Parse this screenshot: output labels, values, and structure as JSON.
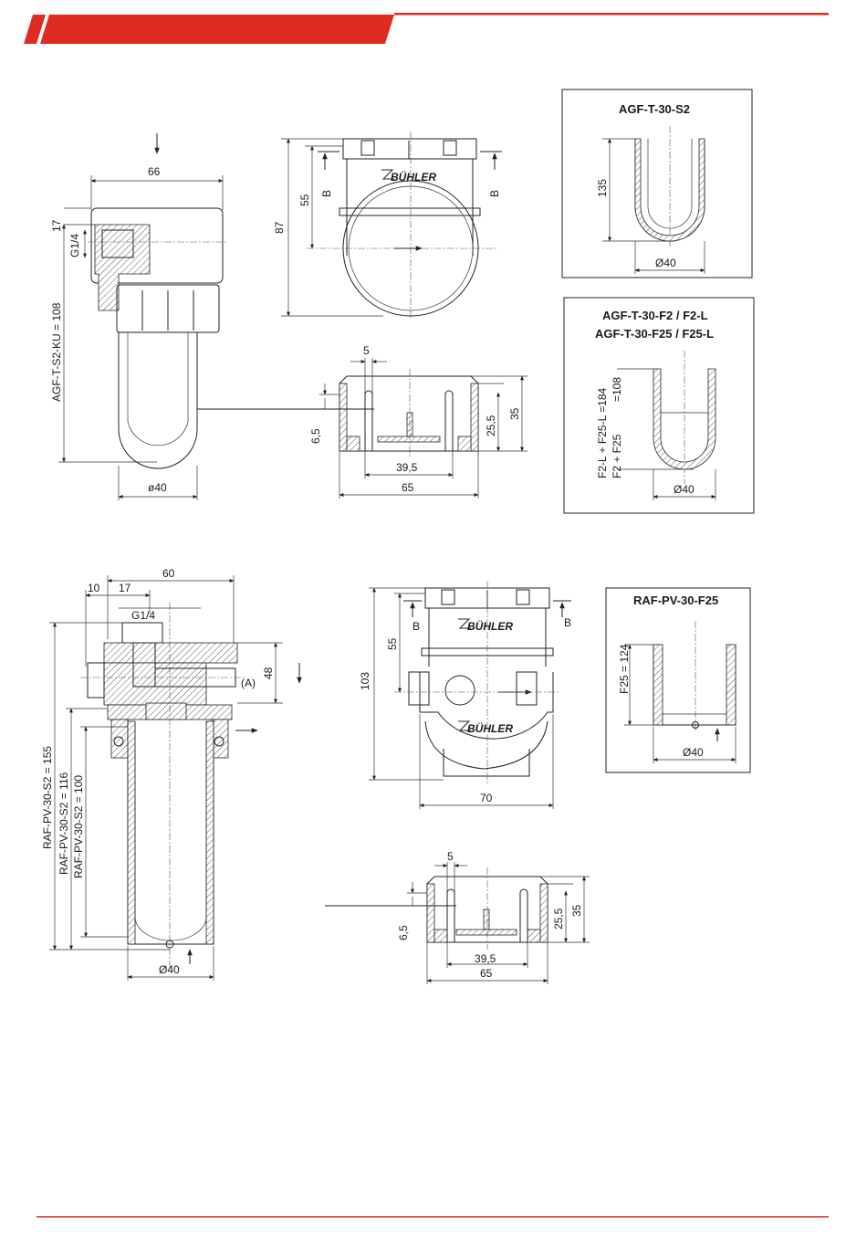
{
  "brand": {
    "accent_color": "#e02b20",
    "logo_text": "BÜHLER"
  },
  "boxes": {
    "agf_s2": {
      "title": "AGF-T-30-S2",
      "height_label": "135",
      "diameter_label": "Ø40"
    },
    "agf_f2": {
      "title_line1": "AGF-T-30-F2 / F2-L",
      "title_line2": "AGF-T-30-F25 / F25-L",
      "label_a": "F2-L + F25-L =184",
      "label_b": "F2 + F25",
      "label_b_value": "=108",
      "diameter_label": "Ø40"
    },
    "raf_f25": {
      "title": "RAF-PV-30-F25",
      "height_label": "F25  = 124",
      "diameter_label": "Ø40"
    }
  },
  "agf_side": {
    "width_label": "66",
    "top_label": "17",
    "thread_label": "G1/4",
    "height_label": "AGF-T-S2-KU  = 108",
    "diameter_label": "ø40"
  },
  "agf_front": {
    "height_total": "87",
    "height_inner": "55",
    "section_left": "B",
    "section_right": "B"
  },
  "agf_section": {
    "slot_label": "5",
    "height_label": "6,5",
    "inner_height": "25,5",
    "outer_height": "35",
    "inner_width": "39,5",
    "outer_width": "65"
  },
  "raf_side": {
    "top_width": "60",
    "left_offset": "10",
    "inner_offset": "17",
    "thread_label": "G1/4",
    "port_label": "(A)",
    "port_height": "48",
    "length_s2_155": "RAF-PV-30-S2  = 155",
    "length_s2_116": "RAF-PV-30-S2  = 116",
    "length_s2_100": "RAF-PV-30-S2  = 100",
    "diameter_label": "Ø40"
  },
  "raf_front": {
    "height_total": "103",
    "height_inner": "55",
    "width_label": "70",
    "section_left": "B",
    "section_right": "B"
  },
  "raf_section": {
    "slot_label": "5",
    "height_label": "6,5",
    "inner_height": "25,5",
    "outer_height": "35",
    "inner_width": "39,5",
    "outer_width": "65"
  }
}
